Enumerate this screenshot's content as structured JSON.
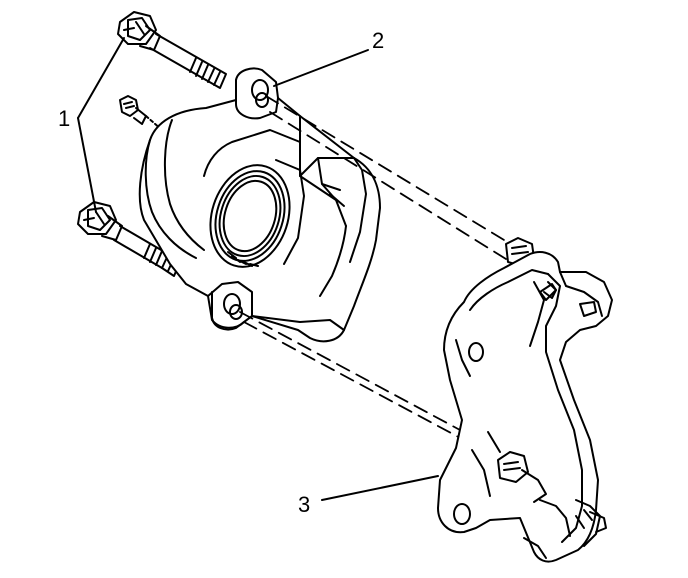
{
  "callouts": [
    {
      "id": "1"
    },
    {
      "id": "2"
    },
    {
      "id": "3"
    }
  ],
  "labels": {
    "c1": "1",
    "c2": "2",
    "c3": "3"
  }
}
